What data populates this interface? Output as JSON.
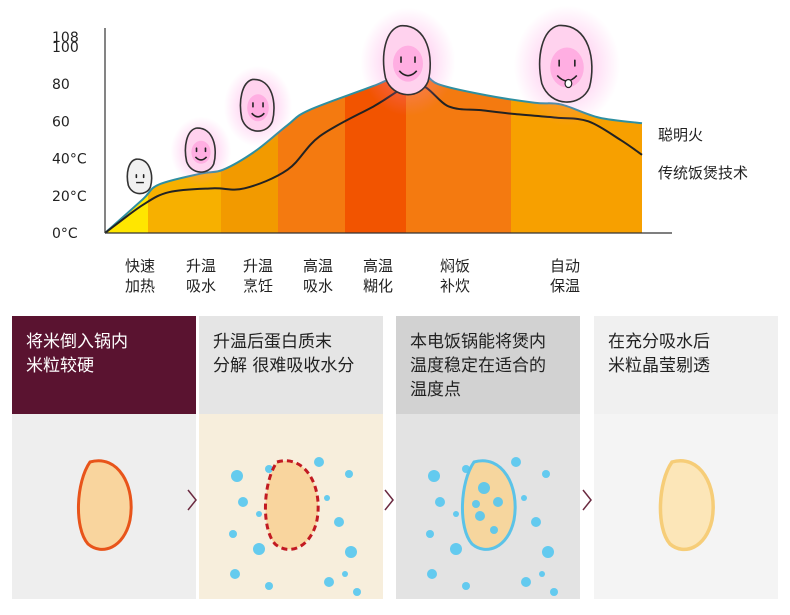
{
  "chart_data": {
    "type": "area",
    "y_ticks": [
      {
        "label": "0°C",
        "value": 0
      },
      {
        "label": "20°C",
        "value": 20
      },
      {
        "label": "40°C",
        "value": 40
      },
      {
        "label": "60",
        "value": 60
      },
      {
        "label": "80",
        "value": 80
      },
      {
        "label": "100",
        "value": 100
      },
      {
        "label": "108",
        "value": 108
      }
    ],
    "ylim": [
      0,
      108
    ],
    "stages": [
      {
        "label_line1": "快速",
        "label_line2": "加热",
        "color": "#FFE600"
      },
      {
        "label_line1": "升温",
        "label_line2": "吸水",
        "color": "#F7B000"
      },
      {
        "label_line1": "升温",
        "label_line2": "烹饪",
        "color": "#F29A00"
      },
      {
        "label_line1": "高温",
        "label_line2": "吸水",
        "color": "#F47A10"
      },
      {
        "label_line1": "高温",
        "label_line2": "糊化",
        "color": "#F25400"
      },
      {
        "label_line1": "焖饭",
        "label_line2": "补炊",
        "color": "#F47A10"
      },
      {
        "label_line1": "自动",
        "label_line2": "保温",
        "color": "#F7A000"
      }
    ],
    "series": [
      {
        "name": "聪明火",
        "color": "#2E8FA0",
        "x": [
          0,
          0.07,
          0.1,
          0.18,
          0.22,
          0.28,
          0.34,
          0.38,
          0.5,
          0.58,
          0.62,
          0.71,
          0.8,
          0.85,
          0.92,
          1.0
        ],
        "values": [
          0,
          18,
          26,
          32,
          34,
          44,
          58,
          66,
          79,
          88,
          80,
          74,
          70,
          69,
          62,
          59
        ]
      },
      {
        "name": "传统饭煲技术",
        "color": "#222222",
        "x": [
          0,
          0.07,
          0.12,
          0.2,
          0.26,
          0.34,
          0.4,
          0.5,
          0.58,
          0.64,
          0.7,
          0.76,
          0.84,
          0.9,
          0.96,
          1.0
        ],
        "values": [
          0,
          15,
          22,
          24,
          24,
          34,
          52,
          68,
          80,
          68,
          66,
          64,
          62,
          60,
          50,
          42
        ]
      }
    ],
    "grains": [
      {
        "stage": 0,
        "value": 30,
        "face": "neutral",
        "color": "#cccccc"
      },
      {
        "stage": 1,
        "value": 44,
        "face": "smile",
        "color": "#ff66cc"
      },
      {
        "stage": 2,
        "value": 68,
        "face": "smile",
        "color": "#ff66cc"
      },
      {
        "stage": 4,
        "value": 92,
        "face": "big-smile",
        "color": "#ff66cc"
      },
      {
        "stage": 6,
        "value": 90,
        "face": "tongue",
        "color": "#ff66cc"
      }
    ]
  },
  "steps": [
    {
      "line1": "将米倒入锅内",
      "line2": "米粒较硬",
      "line3": "",
      "head_bg": "#5A1330",
      "head_color": "#ffffff",
      "body_bg": "#EEEEEE",
      "grain": "dry"
    },
    {
      "line1": "升温后蛋白质末",
      "line2": "分解 很难吸收水分",
      "line3": "",
      "head_bg": "#E5E5E5",
      "head_color": "#222222",
      "body_bg": "#F7EEDC",
      "grain": "dashed"
    },
    {
      "line1": "本电饭锅能将煲内",
      "line2": "温度稳定在适合的",
      "line3": "温度点",
      "head_bg": "#D2D2D2",
      "head_color": "#222222",
      "body_bg": "#E3E3E3",
      "grain": "absorbing"
    },
    {
      "line1": "在充分吸水后",
      "line2": "米粒晶莹剔透",
      "line3": "",
      "head_bg": "#F0F0F0",
      "head_color": "#222222",
      "body_bg": "#F4F4F4",
      "grain": "cooked"
    }
  ]
}
